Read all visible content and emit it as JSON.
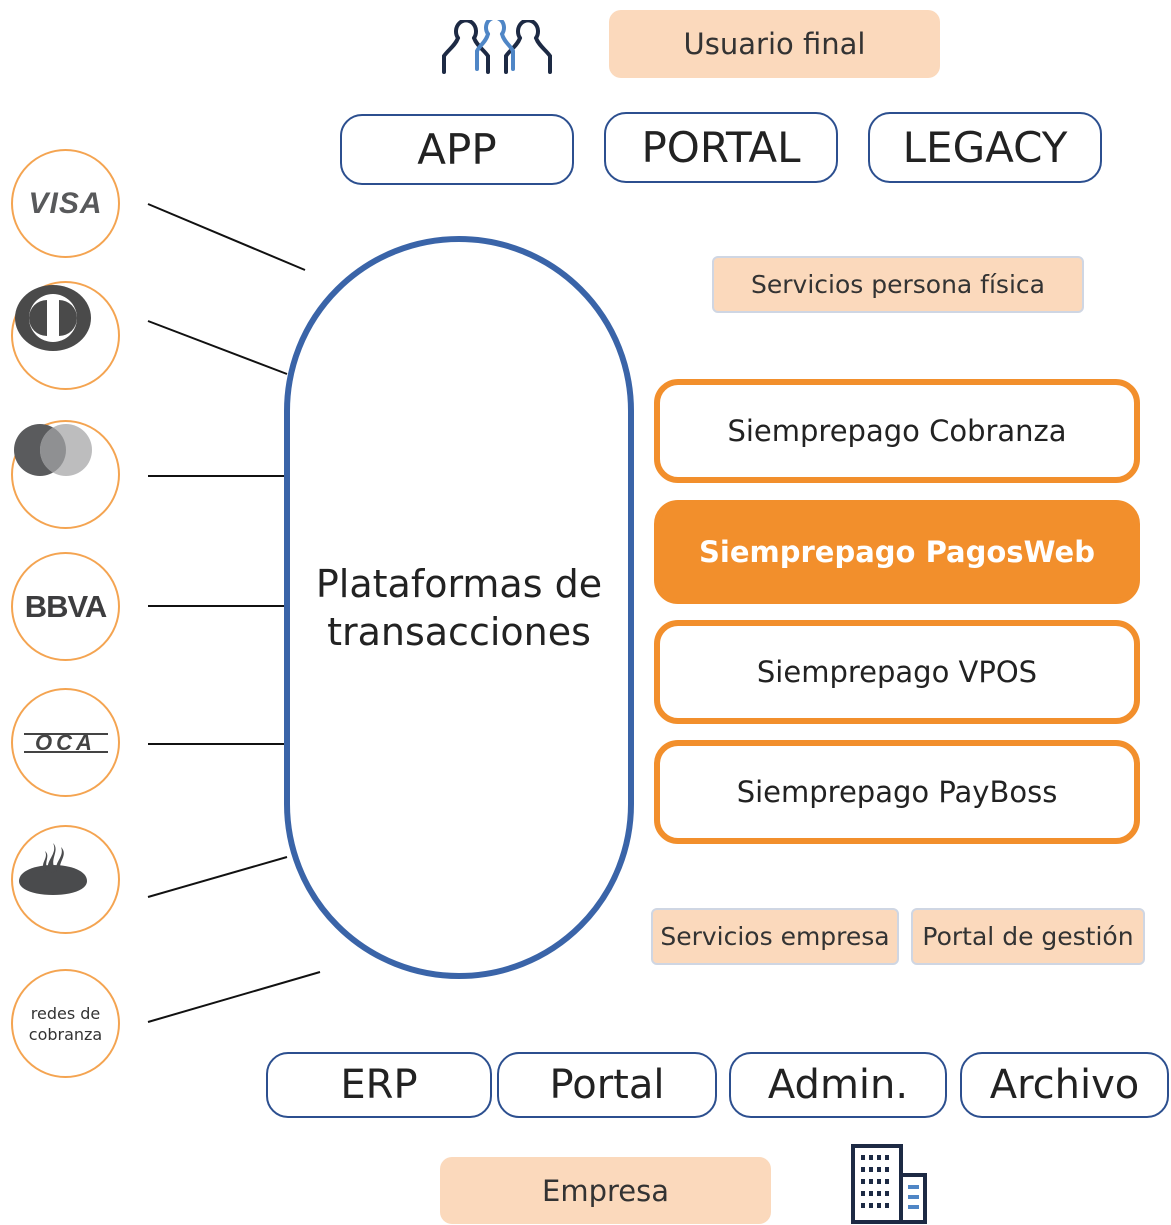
{
  "top": {
    "user_label": "Usuario final"
  },
  "channels": [
    "APP",
    "PORTAL",
    "LEGACY"
  ],
  "platform": {
    "line1": "Plataformas de",
    "line2": "transacciones"
  },
  "persona_label": "Servicios persona física",
  "services": [
    {
      "label": "Siemprepago Cobranza",
      "highlight": false
    },
    {
      "label": "Siemprepago PagosWeb",
      "highlight": true
    },
    {
      "label": "Siemprepago VPOS",
      "highlight": false
    },
    {
      "label": "Siemprepago PayBoss",
      "highlight": false
    }
  ],
  "empresa_services_label": "Servicios empresa",
  "portal_gestion_label": "Portal de gestión",
  "company_channels": [
    "ERP",
    "Portal",
    "Admin.",
    "Archivo"
  ],
  "bottom": {
    "empresa_label": "Empresa"
  },
  "providers": {
    "visa": "VISA",
    "bbva": "BBVA",
    "oca": "OCA",
    "redes_line1": "redes de",
    "redes_line2": "cobranza"
  },
  "colors": {
    "accent": "#f28f2c",
    "navy": "#2c4f8f",
    "tag_bg": "#fbd9bc"
  }
}
